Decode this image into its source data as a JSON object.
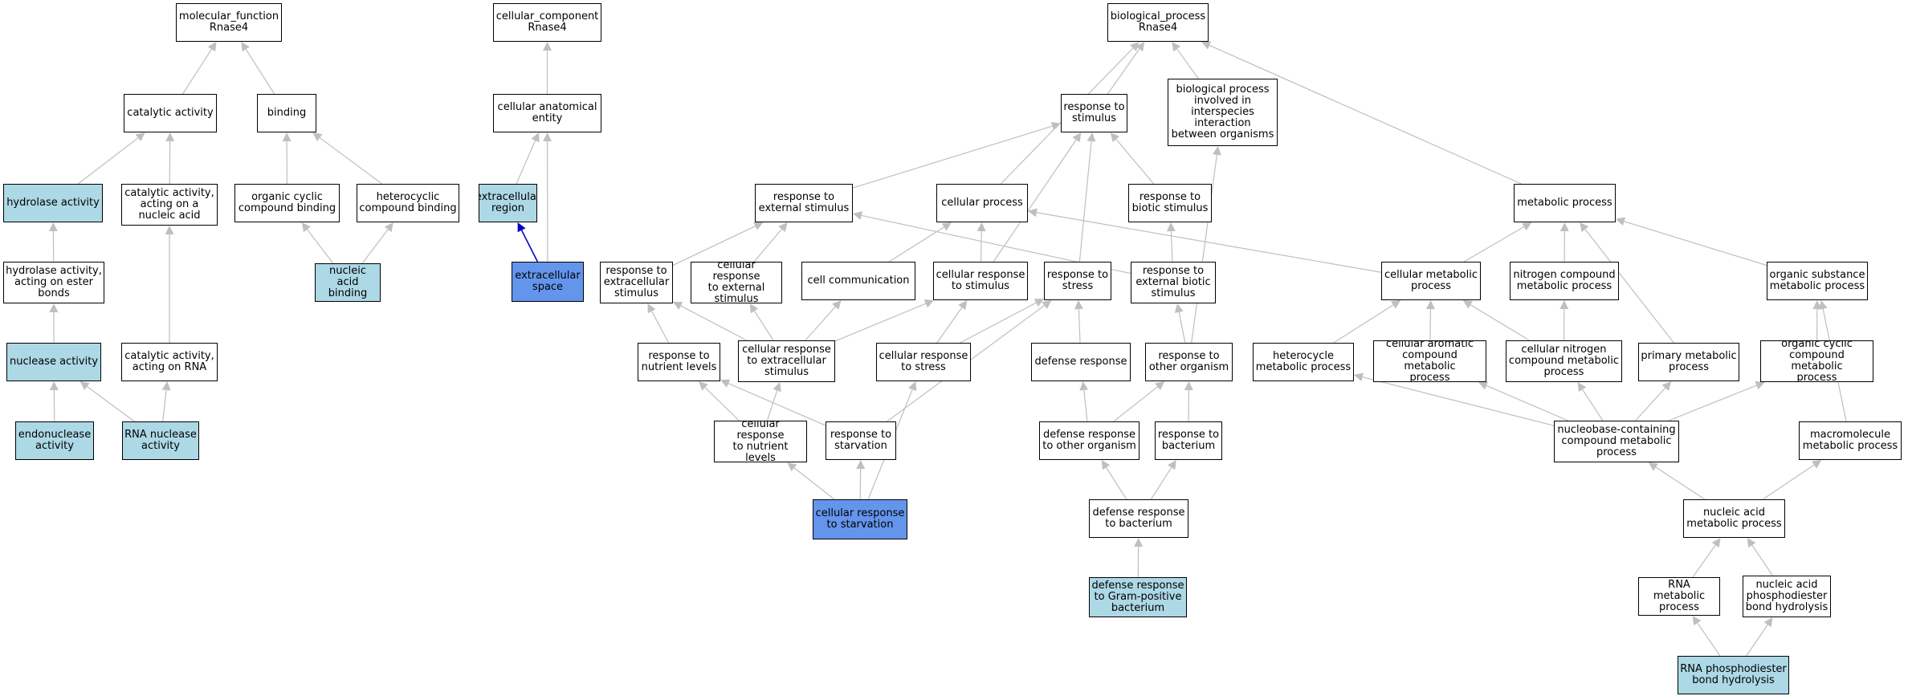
{
  "colors": {
    "edge": "#bfbfbf",
    "highlight_edge": "#0000cd",
    "node_fill": "#ffffff",
    "light_fill": "#add8e6",
    "dark_fill": "#6495ed",
    "border": "#000000"
  },
  "nodes": [
    {
      "id": "mf_root",
      "label": "molecular_function\nRnase4",
      "style": "plain"
    },
    {
      "id": "catalytic",
      "label": "catalytic activity",
      "style": "plain"
    },
    {
      "id": "binding",
      "label": "binding",
      "style": "plain"
    },
    {
      "id": "hydrolase",
      "label": "hydrolase activity",
      "style": "light"
    },
    {
      "id": "cat_nucleic",
      "label": "catalytic activity,\nacting on a\nnucleic acid",
      "style": "plain"
    },
    {
      "id": "org_cyclic_binding",
      "label": "organic cyclic\ncompound binding",
      "style": "plain"
    },
    {
      "id": "hetero_binding",
      "label": "heterocyclic\ncompound binding",
      "style": "plain"
    },
    {
      "id": "hydro_ester",
      "label": "hydrolase activity,\nacting on ester\nbonds",
      "style": "plain"
    },
    {
      "id": "nucleic_binding",
      "label": "nucleic acid\nbinding",
      "style": "light"
    },
    {
      "id": "nuclease",
      "label": "nuclease activity",
      "style": "light"
    },
    {
      "id": "cat_rna",
      "label": "catalytic activity,\nacting on RNA",
      "style": "plain"
    },
    {
      "id": "endonuclease",
      "label": "endonuclease\nactivity",
      "style": "light"
    },
    {
      "id": "rna_nuclease",
      "label": "RNA nuclease\nactivity",
      "style": "light"
    },
    {
      "id": "cc_root",
      "label": "cellular_component\nRnase4",
      "style": "plain"
    },
    {
      "id": "anat_entity",
      "label": "cellular anatomical\nentity",
      "style": "plain"
    },
    {
      "id": "extra_region",
      "label": "extracellular\nregion",
      "style": "light"
    },
    {
      "id": "extra_space",
      "label": "extracellular\nspace",
      "style": "dark"
    },
    {
      "id": "bp_root",
      "label": "biological_process\nRnase4",
      "style": "plain"
    },
    {
      "id": "resp_stim",
      "label": "response to\nstimulus",
      "style": "plain"
    },
    {
      "id": "bp_interspecies",
      "label": "biological process\ninvolved in\ninterspecies\ninteraction\nbetween organisms",
      "style": "plain"
    },
    {
      "id": "resp_ext_stim",
      "label": "response to\nexternal stimulus",
      "style": "plain"
    },
    {
      "id": "cell_process",
      "label": "cellular process",
      "style": "plain"
    },
    {
      "id": "resp_biotic",
      "label": "response to\nbiotic stimulus",
      "style": "plain"
    },
    {
      "id": "metabolic",
      "label": "metabolic process",
      "style": "plain"
    },
    {
      "id": "resp_extracell",
      "label": "response to\nextracellular\nstimulus",
      "style": "plain"
    },
    {
      "id": "cell_resp_ext",
      "label": "cellular response\nto external\nstimulus",
      "style": "plain"
    },
    {
      "id": "cell_comm",
      "label": "cell communication",
      "style": "plain"
    },
    {
      "id": "cell_resp_stim",
      "label": "cellular response\nto stimulus",
      "style": "plain"
    },
    {
      "id": "resp_stress",
      "label": "response to\nstress",
      "style": "plain"
    },
    {
      "id": "resp_ext_biotic",
      "label": "response to\nexternal biotic\nstimulus",
      "style": "plain"
    },
    {
      "id": "cell_metab",
      "label": "cellular metabolic\nprocess",
      "style": "plain"
    },
    {
      "id": "nitrogen_metab",
      "label": "nitrogen compound\nmetabolic process",
      "style": "plain"
    },
    {
      "id": "org_subst_metab",
      "label": "organic substance\nmetabolic process",
      "style": "plain"
    },
    {
      "id": "resp_nutrient",
      "label": "response to\nnutrient levels",
      "style": "plain"
    },
    {
      "id": "cell_resp_extracell",
      "label": "cellular response\nto extracellular\nstimulus",
      "style": "plain"
    },
    {
      "id": "cell_resp_stress",
      "label": "cellular response\nto stress",
      "style": "plain"
    },
    {
      "id": "defense",
      "label": "defense response",
      "style": "plain"
    },
    {
      "id": "resp_other_org",
      "label": "response to\nother organism",
      "style": "plain"
    },
    {
      "id": "heterocycle_metab",
      "label": "heterocycle\nmetabolic process",
      "style": "plain"
    },
    {
      "id": "aromatic_metab",
      "label": "cellular aromatic\ncompound metabolic\nprocess",
      "style": "plain"
    },
    {
      "id": "cell_nitrogen_metab",
      "label": "cellular nitrogen\ncompound metabolic\nprocess",
      "style": "plain"
    },
    {
      "id": "primary_metab",
      "label": "primary metabolic\nprocess",
      "style": "plain"
    },
    {
      "id": "org_cyclic_metab",
      "label": "organic cyclic\ncompound metabolic\nprocess",
      "style": "plain"
    },
    {
      "id": "cell_resp_nutrient",
      "label": "cellular response\nto nutrient\nlevels",
      "style": "plain"
    },
    {
      "id": "resp_starvation",
      "label": "response to\nstarvation",
      "style": "plain"
    },
    {
      "id": "defense_other",
      "label": "defense response\nto other organism",
      "style": "plain"
    },
    {
      "id": "resp_bacterium",
      "label": "response to\nbacterium",
      "style": "plain"
    },
    {
      "id": "nucleobase_metab",
      "label": "nucleobase-containing\ncompound metabolic\nprocess",
      "style": "plain"
    },
    {
      "id": "macromol_metab",
      "label": "macromolecule\nmetabolic process",
      "style": "plain"
    },
    {
      "id": "cell_resp_starv",
      "label": "cellular response\nto starvation",
      "style": "dark"
    },
    {
      "id": "defense_bact",
      "label": "defense response\nto bacterium",
      "style": "plain"
    },
    {
      "id": "nucleic_metab",
      "label": "nucleic acid\nmetabolic process",
      "style": "plain"
    },
    {
      "id": "defense_gram",
      "label": "defense response\nto Gram-positive\nbacterium",
      "style": "light"
    },
    {
      "id": "rna_metab",
      "label": "RNA metabolic\nprocess",
      "style": "plain"
    },
    {
      "id": "phosphodiester",
      "label": "nucleic acid\nphosphodiester\nbond hydrolysis",
      "style": "plain"
    },
    {
      "id": "rna_phospho",
      "label": "RNA phosphodiester\nbond hydrolysis",
      "style": "light"
    }
  ],
  "edges": [
    {
      "from": "catalytic",
      "to": "mf_root"
    },
    {
      "from": "binding",
      "to": "mf_root"
    },
    {
      "from": "hydrolase",
      "to": "catalytic"
    },
    {
      "from": "cat_nucleic",
      "to": "catalytic"
    },
    {
      "from": "org_cyclic_binding",
      "to": "binding"
    },
    {
      "from": "hetero_binding",
      "to": "binding"
    },
    {
      "from": "hydro_ester",
      "to": "hydrolase"
    },
    {
      "from": "nucleic_binding",
      "to": "org_cyclic_binding"
    },
    {
      "from": "nucleic_binding",
      "to": "hetero_binding"
    },
    {
      "from": "nuclease",
      "to": "hydro_ester"
    },
    {
      "from": "cat_rna",
      "to": "cat_nucleic"
    },
    {
      "from": "endonuclease",
      "to": "nuclease"
    },
    {
      "from": "rna_nuclease",
      "to": "nuclease"
    },
    {
      "from": "rna_nuclease",
      "to": "cat_rna"
    },
    {
      "from": "anat_entity",
      "to": "cc_root"
    },
    {
      "from": "extra_region",
      "to": "anat_entity"
    },
    {
      "from": "extra_space",
      "to": "anat_entity"
    },
    {
      "from": "extra_space",
      "to": "extra_region",
      "highlight": true
    },
    {
      "from": "resp_stim",
      "to": "bp_root"
    },
    {
      "from": "bp_interspecies",
      "to": "bp_root"
    },
    {
      "from": "cell_process",
      "to": "bp_root"
    },
    {
      "from": "metabolic",
      "to": "bp_root"
    },
    {
      "from": "resp_ext_stim",
      "to": "resp_stim"
    },
    {
      "from": "resp_biotic",
      "to": "resp_stim"
    },
    {
      "from": "cell_resp_stim",
      "to": "resp_stim"
    },
    {
      "from": "resp_stress",
      "to": "resp_stim"
    },
    {
      "from": "resp_extracell",
      "to": "resp_ext_stim"
    },
    {
      "from": "cell_resp_ext",
      "to": "resp_ext_stim"
    },
    {
      "from": "resp_ext_biotic",
      "to": "resp_ext_stim"
    },
    {
      "from": "cell_comm",
      "to": "cell_process"
    },
    {
      "from": "cell_resp_stim",
      "to": "cell_process"
    },
    {
      "from": "cell_metab",
      "to": "cell_process"
    },
    {
      "from": "resp_ext_biotic",
      "to": "resp_biotic"
    },
    {
      "from": "cell_metab",
      "to": "metabolic"
    },
    {
      "from": "nitrogen_metab",
      "to": "metabolic"
    },
    {
      "from": "org_subst_metab",
      "to": "metabolic"
    },
    {
      "from": "primary_metab",
      "to": "metabolic"
    },
    {
      "from": "resp_nutrient",
      "to": "resp_extracell"
    },
    {
      "from": "cell_resp_extracell",
      "to": "resp_extracell"
    },
    {
      "from": "cell_resp_extracell",
      "to": "cell_resp_ext"
    },
    {
      "from": "cell_resp_extracell",
      "to": "cell_comm"
    },
    {
      "from": "cell_resp_extracell",
      "to": "cell_resp_stim"
    },
    {
      "from": "cell_resp_stress",
      "to": "cell_resp_stim"
    },
    {
      "from": "cell_resp_stress",
      "to": "resp_stress"
    },
    {
      "from": "defense",
      "to": "resp_stress"
    },
    {
      "from": "resp_starvation",
      "to": "resp_stress"
    },
    {
      "from": "resp_other_org",
      "to": "resp_ext_biotic"
    },
    {
      "from": "resp_other_org",
      "to": "bp_interspecies"
    },
    {
      "from": "heterocycle_metab",
      "to": "cell_metab"
    },
    {
      "from": "aromatic_metab",
      "to": "cell_metab"
    },
    {
      "from": "cell_nitrogen_metab",
      "to": "cell_metab"
    },
    {
      "from": "cell_nitrogen_metab",
      "to": "nitrogen_metab"
    },
    {
      "from": "org_cyclic_metab",
      "to": "org_subst_metab"
    },
    {
      "from": "macromol_metab",
      "to": "org_subst_metab"
    },
    {
      "from": "cell_resp_nutrient",
      "to": "resp_nutrient"
    },
    {
      "from": "cell_resp_nutrient",
      "to": "cell_resp_extracell"
    },
    {
      "from": "resp_starvation",
      "to": "resp_nutrient"
    },
    {
      "from": "defense_other",
      "to": "defense"
    },
    {
      "from": "defense_other",
      "to": "resp_other_org"
    },
    {
      "from": "resp_bacterium",
      "to": "resp_other_org"
    },
    {
      "from": "nucleobase_metab",
      "to": "heterocycle_metab"
    },
    {
      "from": "nucleobase_metab",
      "to": "aromatic_metab"
    },
    {
      "from": "nucleobase_metab",
      "to": "cell_nitrogen_metab"
    },
    {
      "from": "nucleobase_metab",
      "to": "primary_metab"
    },
    {
      "from": "nucleobase_metab",
      "to": "org_cyclic_metab"
    },
    {
      "from": "cell_resp_starv",
      "to": "cell_resp_nutrient"
    },
    {
      "from": "cell_resp_starv",
      "to": "resp_starvation"
    },
    {
      "from": "cell_resp_starv",
      "to": "cell_resp_stress"
    },
    {
      "from": "defense_bact",
      "to": "defense_other"
    },
    {
      "from": "defense_bact",
      "to": "resp_bacterium"
    },
    {
      "from": "nucleic_metab",
      "to": "nucleobase_metab"
    },
    {
      "from": "nucleic_metab",
      "to": "macromol_metab"
    },
    {
      "from": "defense_gram",
      "to": "defense_bact"
    },
    {
      "from": "rna_metab",
      "to": "nucleic_metab"
    },
    {
      "from": "phosphodiester",
      "to": "nucleic_metab"
    },
    {
      "from": "rna_phospho",
      "to": "rna_metab"
    },
    {
      "from": "rna_phospho",
      "to": "phosphodiester"
    }
  ]
}
